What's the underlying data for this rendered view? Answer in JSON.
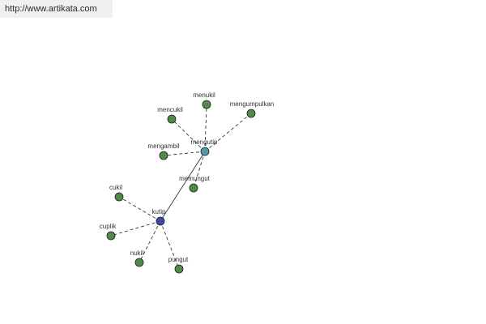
{
  "banner": {
    "text": "http://www.artikata.com"
  },
  "colors": {
    "leaf_fill": "#4f8a46",
    "hub_fill": "#4d9aaa",
    "root_fill": "#3d4aa8",
    "edge": "#222222",
    "label": "#333333"
  },
  "graph": {
    "nodes": [
      {
        "id": "kutip",
        "label": "kutip",
        "kind": "root"
      },
      {
        "id": "mengutip",
        "label": "mengutip",
        "kind": "hub"
      },
      {
        "id": "menukil",
        "label": "menukil",
        "kind": "leaf"
      },
      {
        "id": "mencukil",
        "label": "mencukil",
        "kind": "leaf"
      },
      {
        "id": "mengumpulkan",
        "label": "mengumpulkan",
        "kind": "leaf"
      },
      {
        "id": "mengambil",
        "label": "mengambil",
        "kind": "leaf"
      },
      {
        "id": "memungut",
        "label": "memungut",
        "kind": "leaf"
      },
      {
        "id": "cukil",
        "label": "cukil",
        "kind": "leaf"
      },
      {
        "id": "cuplik",
        "label": "cuplik",
        "kind": "leaf"
      },
      {
        "id": "nukil",
        "label": "nukil",
        "kind": "leaf"
      },
      {
        "id": "pungut",
        "label": "pungut",
        "kind": "leaf"
      }
    ],
    "edges": [
      {
        "from": "kutip",
        "to": "mengutip",
        "style": "solid"
      },
      {
        "from": "mengutip",
        "to": "menukil",
        "style": "dashed"
      },
      {
        "from": "mengutip",
        "to": "mencukil",
        "style": "dashed"
      },
      {
        "from": "mengutip",
        "to": "mengumpulkan",
        "style": "dashed"
      },
      {
        "from": "mengutip",
        "to": "mengambil",
        "style": "dashed"
      },
      {
        "from": "mengutip",
        "to": "memungut",
        "style": "dashed"
      },
      {
        "from": "kutip",
        "to": "cukil",
        "style": "dashed"
      },
      {
        "from": "kutip",
        "to": "cuplik",
        "style": "dashed"
      },
      {
        "from": "kutip",
        "to": "nukil",
        "style": "dashed"
      },
      {
        "from": "kutip",
        "to": "pungut",
        "style": "dashed"
      }
    ]
  }
}
